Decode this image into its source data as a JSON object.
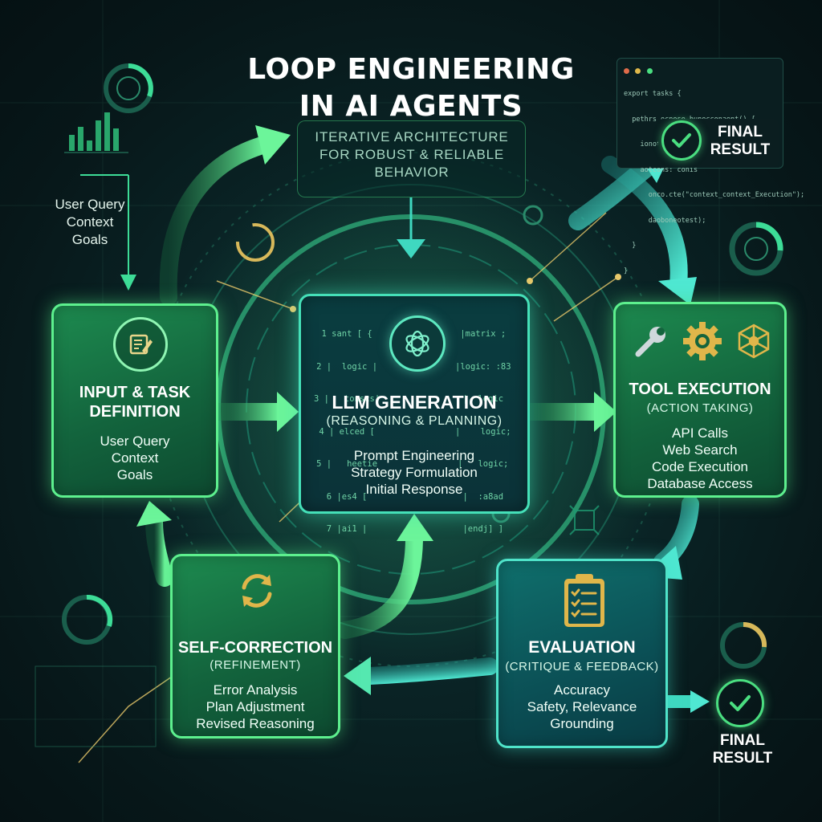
{
  "title": {
    "line1": "LOOP ENGINEERING",
    "line2": "IN AI AGENTS"
  },
  "subtitle": {
    "line1": "ITERATIVE ARCHITECTURE",
    "line2": "FOR ROBUST & RELIABLE",
    "line3": "BEHAVIOR"
  },
  "top_left_input": {
    "items": [
      "User Query",
      "Context",
      "Goals"
    ]
  },
  "stages": {
    "input": {
      "icon": "edit-document-icon",
      "title_line1": "INPUT & TASK",
      "title_line2": "DEFINITION",
      "items": [
        "User Query",
        "Context",
        "Goals"
      ]
    },
    "llm": {
      "icon": "openai-knot-icon",
      "title": "LLM GENERATION",
      "subtitle": "(REASONING & PLANNING)",
      "items": [
        "Prompt Engineering",
        "Strategy Formulation",
        "Initial Response"
      ]
    },
    "tool": {
      "icons": [
        "wrench-icon",
        "gear-icon",
        "network-icon"
      ],
      "title": "TOOL EXECUTION",
      "subtitle": "(ACTION TAKING)",
      "items": [
        "API Calls",
        "Web Search",
        "Code Execution",
        "Database Access"
      ]
    },
    "evaluation": {
      "icon": "clipboard-checklist-icon",
      "title": "EVALUATION",
      "subtitle": "(CRITIQUE & FEEDBACK)",
      "items": [
        "Accuracy",
        "Safety, Relevance",
        "Grounding"
      ]
    },
    "correction": {
      "icon": "refresh-icon",
      "title": "SELF-CORRECTION",
      "subtitle": "(REFINEMENT)",
      "items": [
        "Error Analysis",
        "Plan Adjustment",
        "Revised Reasoning"
      ]
    }
  },
  "final_result_top": {
    "line1": "FINAL",
    "line2": "RESULT"
  },
  "final_result_bottom": {
    "line1": "FINAL",
    "line2": "RESULT"
  },
  "code_window": {
    "lines": [
      "export tasks {",
      "  pethrs ocnose bunocconaent() {",
      "    ionotione btunonsest;",
      "    aotcons: conis",
      "      onco.cte(\"context_context_Execution\");",
      "      daoboneotest);",
      "  }",
      "}"
    ]
  },
  "center_code": {
    "left": [
      "1 sant [ {",
      "2 |  logic |",
      "3 |   tonscs|",
      "4 | elced [",
      "5 |   heetie",
      "6 |es4 [",
      "7 |ai1 |"
    ],
    "right": [
      "|matrix ;",
      "|logic: :83",
      "|  logic",
      "|    logic;",
      "|   logic;",
      "|  :a8ad",
      "|endj] ]"
    ]
  },
  "colors": {
    "accent_green": "#4ade80",
    "accent_teal": "#3fd8c0",
    "background": "#071719"
  }
}
